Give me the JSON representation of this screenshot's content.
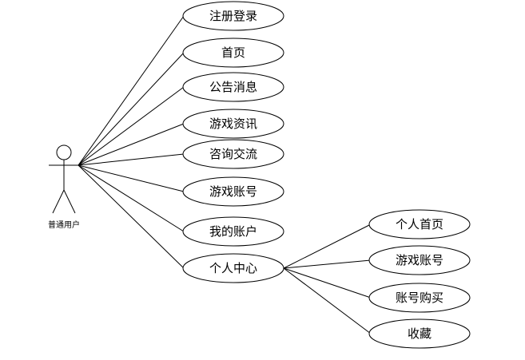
{
  "actor": {
    "label": "普通用户"
  },
  "use_cases": [
    {
      "id": "register-login",
      "label": "注册登录"
    },
    {
      "id": "home",
      "label": "首页"
    },
    {
      "id": "announcements",
      "label": "公告消息"
    },
    {
      "id": "game-news",
      "label": "游戏资讯"
    },
    {
      "id": "consult-exchange",
      "label": "咨询交流"
    },
    {
      "id": "game-accounts",
      "label": "游戏账号"
    },
    {
      "id": "my-account",
      "label": "我的账户"
    },
    {
      "id": "personal-center",
      "label": "个人中心"
    }
  ],
  "personal_center_children": [
    {
      "id": "personal-home",
      "label": "个人首页"
    },
    {
      "id": "center-game-accounts",
      "label": "游戏账号"
    },
    {
      "id": "account-purchase",
      "label": "账号购买"
    },
    {
      "id": "favorites",
      "label": "收藏"
    }
  ]
}
